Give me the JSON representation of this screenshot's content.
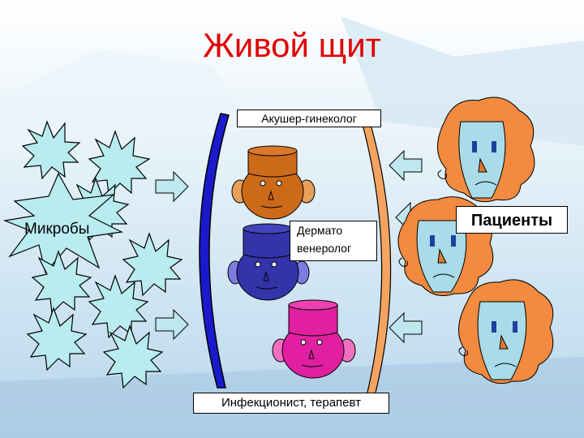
{
  "title": "Живой щит",
  "labels": {
    "obgyn": "Акушер-гинеколог",
    "dermatologist": "Дермато\nвенеролог",
    "infectionist": "Инфекционист, терапевт",
    "microbes": "Микробы",
    "patients": "Пациенты"
  },
  "colors": {
    "title": "#e00000",
    "shield_left": "#1a1acc",
    "shield_right": "#f4a460",
    "obgyn_head": "#cc6a1a",
    "derm_head": "#3333aa",
    "infect_head": "#e020a0",
    "microbe": "#b8ecef",
    "patient_face": "#a9dbe8",
    "patient_hair": "#f28a40",
    "arrow": "#bfe8ee"
  }
}
